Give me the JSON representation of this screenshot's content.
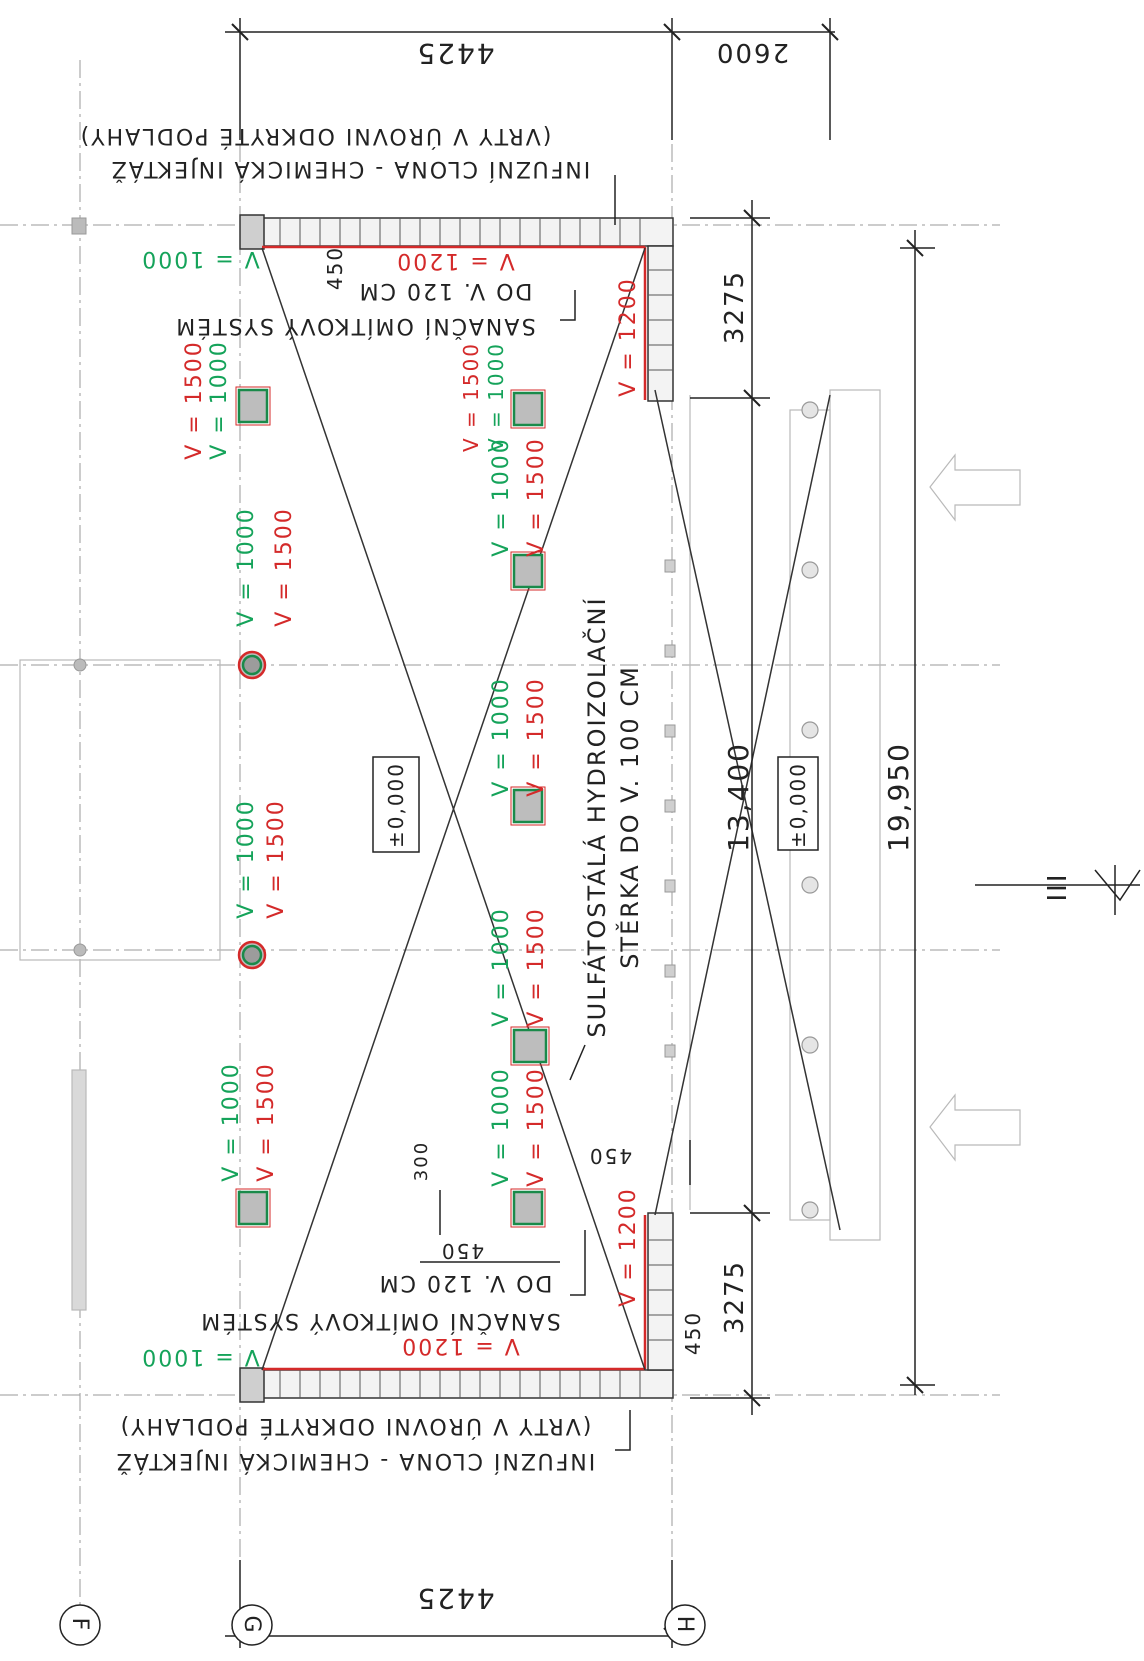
{
  "drawing": {
    "dims": {
      "top_width": "4425",
      "top_right": "2600",
      "bottom_width": "4425",
      "right_top": "3275",
      "right_bottom": "3275",
      "overall": "19,950",
      "inner": "13,400",
      "d450_top": "450",
      "d450_right": "450",
      "d450_bottom": "450",
      "d450_bottom2": "450",
      "d300": "300"
    },
    "grid": {
      "F": "F",
      "G": "G",
      "H": "H"
    },
    "elevations": {
      "left": "±0,000",
      "right": "±0,000"
    },
    "section_mark": "III",
    "notes": {
      "top_injection_1": "INFUZNÍ CLONA - CHEMICKÁ INJEKTÁŽ",
      "top_injection_2": "(VRTY V ÚROVNI ODKRYTÉ PODLAHY)",
      "top_render_1": "SANAČNÍ OMÍTKOVÝ SYSTÉM",
      "top_render_2": "DO V. 120 CM",
      "bottom_injection_1": "INFUZNÍ CLONA - CHEMICKÁ INJEKTÁŽ",
      "bottom_injection_2": "(VRTY V ÚROVNI ODKRYTÉ PODLAHY)",
      "bottom_render_1": "SANAČNÍ OMÍTKOVÝ SYSTÉM",
      "bottom_render_2": "DO V. 120 CM",
      "center_1": "SULFÁTOSTÁLÁ HYDROIZOLAČNÍ",
      "center_2": "STĚRKA DO V. 100 CM"
    },
    "heights": {
      "v1000": "V = 1000",
      "v1500": "V = 1500",
      "v1200": "V = 1200",
      "v1000_top_corner": "V = 1000",
      "v1000_bottom_corner": "V = 1000",
      "v1200_top": "V = 1200",
      "v1200_bottom": "V = 1200",
      "v1200_right_top": "V = 1200",
      "v1200_right_bottom": "V = 1200"
    },
    "colors": {
      "red": "#d42a2a",
      "green": "#15a35a",
      "ink": "#222222",
      "grid": "#9a9a9a"
    }
  }
}
